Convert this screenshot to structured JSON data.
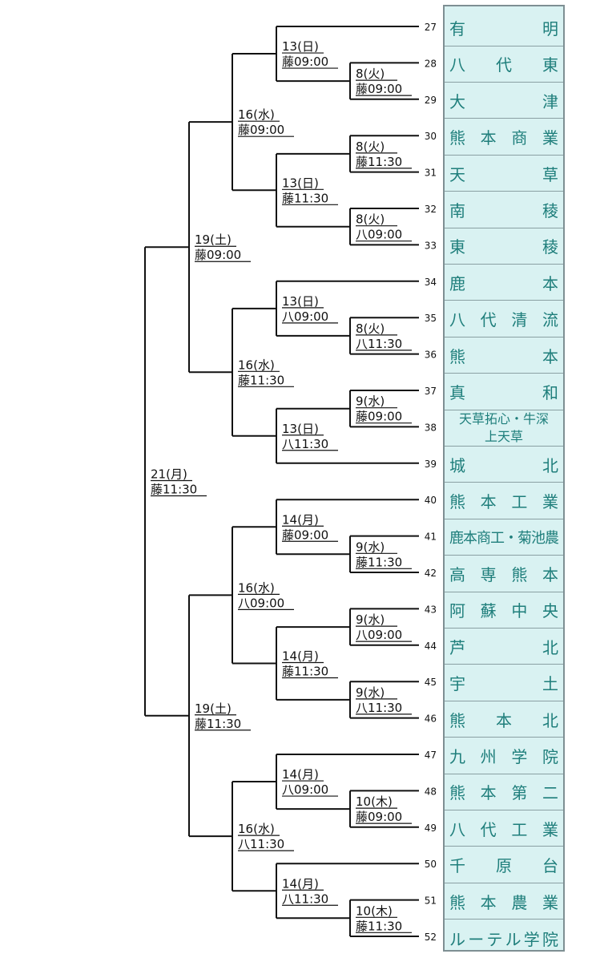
{
  "teams": [
    {
      "seed": "27",
      "name": "有明"
    },
    {
      "seed": "28",
      "name": "八代東"
    },
    {
      "seed": "29",
      "name": "大津"
    },
    {
      "seed": "30",
      "name": "熊本商業"
    },
    {
      "seed": "31",
      "name": "天草"
    },
    {
      "seed": "32",
      "name": "南稜"
    },
    {
      "seed": "33",
      "name": "東稜"
    },
    {
      "seed": "34",
      "name": "鹿本"
    },
    {
      "seed": "35",
      "name": "八代清流"
    },
    {
      "seed": "36",
      "name": "熊本"
    },
    {
      "seed": "37",
      "name": "真和"
    },
    {
      "seed": "38",
      "name": "天草拓心・牛深 上天草"
    },
    {
      "seed": "39",
      "name": "城北"
    },
    {
      "seed": "40",
      "name": "熊本工業"
    },
    {
      "seed": "41",
      "name": "鹿本商工・菊池農"
    },
    {
      "seed": "42",
      "name": "高専熊本"
    },
    {
      "seed": "43",
      "name": "阿蘇中央"
    },
    {
      "seed": "44",
      "name": "芦北"
    },
    {
      "seed": "45",
      "name": "宇土"
    },
    {
      "seed": "46",
      "name": "熊本北"
    },
    {
      "seed": "47",
      "name": "九州学院"
    },
    {
      "seed": "48",
      "name": "熊本第二"
    },
    {
      "seed": "49",
      "name": "八代工業"
    },
    {
      "seed": "50",
      "name": "千原台"
    },
    {
      "seed": "51",
      "name": "熊本農業"
    },
    {
      "seed": "52",
      "name": "ルーテル学院"
    }
  ],
  "matches": [
    {
      "date": "8(火)",
      "time": "藤09:00"
    },
    {
      "date": "8(火)",
      "time": "藤11:30"
    },
    {
      "date": "8(火)",
      "time": "八09:00"
    },
    {
      "date": "8(火)",
      "time": "八11:30"
    },
    {
      "date": "9(水)",
      "time": "藤09:00"
    },
    {
      "date": "9(水)",
      "time": "藤11:30"
    },
    {
      "date": "9(水)",
      "time": "八09:00"
    },
    {
      "date": "9(水)",
      "time": "八11:30"
    },
    {
      "date": "10(木)",
      "time": "藤09:00"
    },
    {
      "date": "10(木)",
      "time": "藤11:30"
    },
    {
      "date": "13(日)",
      "time": "藤09:00"
    },
    {
      "date": "13(日)",
      "time": "藤11:30"
    },
    {
      "date": "13(日)",
      "time": "八09:00"
    },
    {
      "date": "13(日)",
      "time": "八11:30"
    },
    {
      "date": "14(月)",
      "time": "藤09:00"
    },
    {
      "date": "14(月)",
      "time": "藤11:30"
    },
    {
      "date": "14(月)",
      "time": "八09:00"
    },
    {
      "date": "14(月)",
      "time": "八11:30"
    },
    {
      "date": "16(水)",
      "time": "藤09:00"
    },
    {
      "date": "16(水)",
      "time": "藤11:30"
    },
    {
      "date": "16(水)",
      "time": "八09:00"
    },
    {
      "date": "16(水)",
      "time": "八11:30"
    },
    {
      "date": "19(土)",
      "time": "藤09:00"
    },
    {
      "date": "19(土)",
      "time": "藤11:30"
    },
    {
      "date": "21(月)",
      "time": "藤11:30"
    }
  ]
}
